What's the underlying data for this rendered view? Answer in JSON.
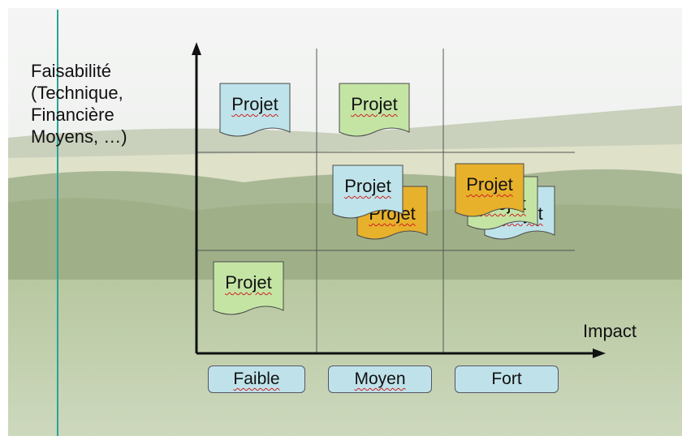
{
  "y_axis_label": "Faisabilité\n(Technique,\nFinancière\nMoyens, …)",
  "x_axis_label": "Impact",
  "categories": [
    "Faible",
    "Moyen",
    "Fort"
  ],
  "card_label": "Projet",
  "colors": {
    "blue": "#bfe3ea",
    "green": "#c4e4a4",
    "orange": "#e8b12c",
    "axis": "#111111",
    "accent_line": "#2aa39a"
  },
  "cards": [
    {
      "color": "blue",
      "column": "Faible",
      "row": "haut"
    },
    {
      "color": "green",
      "column": "Moyen",
      "row": "haut"
    },
    {
      "color": "orange",
      "column": "Moyen",
      "row": "milieu"
    },
    {
      "color": "blue",
      "column": "Moyen",
      "row": "milieu"
    },
    {
      "color": "blue",
      "column": "Fort",
      "row": "milieu"
    },
    {
      "color": "green",
      "column": "Fort",
      "row": "milieu"
    },
    {
      "color": "orange",
      "column": "Fort",
      "row": "milieu"
    },
    {
      "color": "green",
      "column": "Faible",
      "row": "bas"
    }
  ]
}
